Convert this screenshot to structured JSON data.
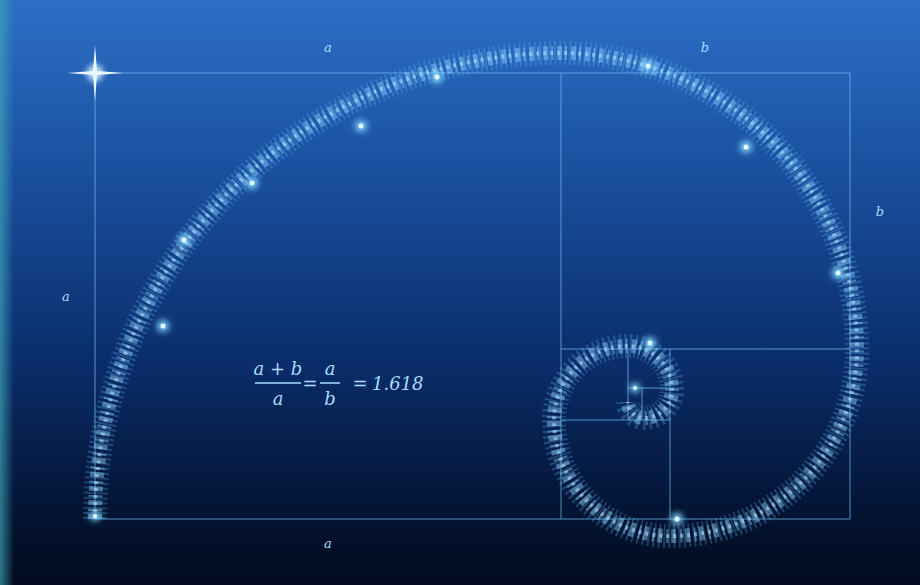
{
  "diagram": {
    "labels": [
      "a",
      "b",
      "b",
      "a",
      "a",
      "a + b",
      "a",
      "=",
      "a",
      "b",
      "=",
      "1.618"
    ]
  }
}
